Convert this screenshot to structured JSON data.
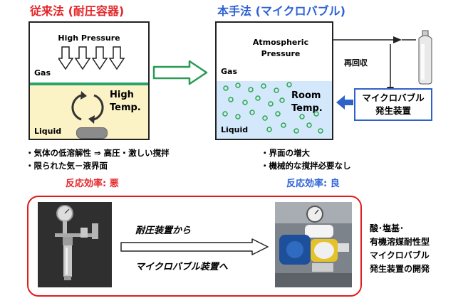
{
  "left": {
    "title": "従来法 (耐圧容器)",
    "high_pressure": "High Pressure",
    "gas": "Gas",
    "high_temp": "High\nTemp.",
    "liquid": "Liquid",
    "bullets": [
      "・気体の低溶解性 ⇒ 高圧・激しい撹拌",
      "・限られた気－液界面"
    ],
    "efficiency": "反応効率: 悪"
  },
  "right": {
    "title": "本手法 (マイクロバブル)",
    "atmospheric": "Atmospheric\nPressure",
    "gas": "Gas",
    "room_temp": "Room\nTemp.",
    "liquid": "Liquid",
    "recover": "再回収",
    "generator": "マイクロバブル\n発生装置",
    "bullets": [
      "・界面の増大",
      "・機械的な撹拌必要なし"
    ],
    "efficiency": "反応効率: 良"
  },
  "bottom": {
    "arrow_text_top": "耐圧装置から",
    "arrow_text_bottom": "マイクロバブル装置へ",
    "description": "酸･塩基･\n有機溶媒耐性型\nマイクロバブル\n発生装置の開発"
  },
  "colors": {
    "title_red": "#e5262a",
    "title_blue": "#2e62d6",
    "liquid_yellow": "#fbf3c6",
    "liquid_blue": "#d3e8fb",
    "green_line": "#29a36a",
    "bubble_green": "#2ca84a",
    "arrow_green": "#2a9a55",
    "box_red": "#e01c1c",
    "generator_blue": "#2f62c9"
  }
}
